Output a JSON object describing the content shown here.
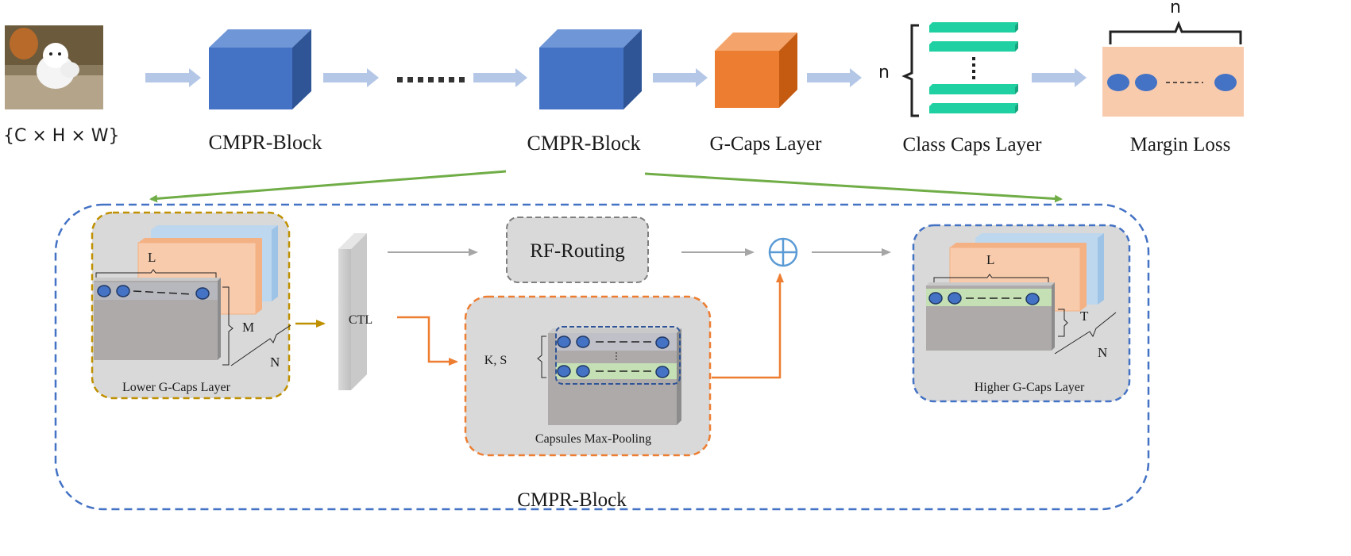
{
  "pipeline": {
    "input_dims": "{C × H × W}",
    "block1": "CMPR-Block",
    "block2": "CMPR-Block",
    "gcaps": "G-Caps Layer",
    "classcaps": "Class Caps Layer",
    "margin": "Margin Loss",
    "n_left": "n",
    "n_top": "n"
  },
  "detail": {
    "title": "CMPR-Block",
    "lower_label": "Lower G-Caps Layer",
    "lower_L": "L",
    "lower_M": "M",
    "lower_N": "N",
    "ctl": "CTL",
    "rf_routing": "RF-Routing",
    "plus": "⊕",
    "pool_label": "Capsules Max-Pooling",
    "pool_ks": "K, S",
    "higher_label": "Higher G-Caps Layer",
    "higher_L": "L",
    "higher_T": "T",
    "higher_N": "N"
  },
  "colors": {
    "cube_blue": "#4472c4",
    "cube_orange": "#ed7d31",
    "caps_teal": "#1fd1a2",
    "arrow_light": "#b4c7e7",
    "arrow_green": "#70ad47",
    "dash_blue": "#4472c4",
    "dash_gold": "#bf9000",
    "dash_orange": "#ed7d31"
  }
}
